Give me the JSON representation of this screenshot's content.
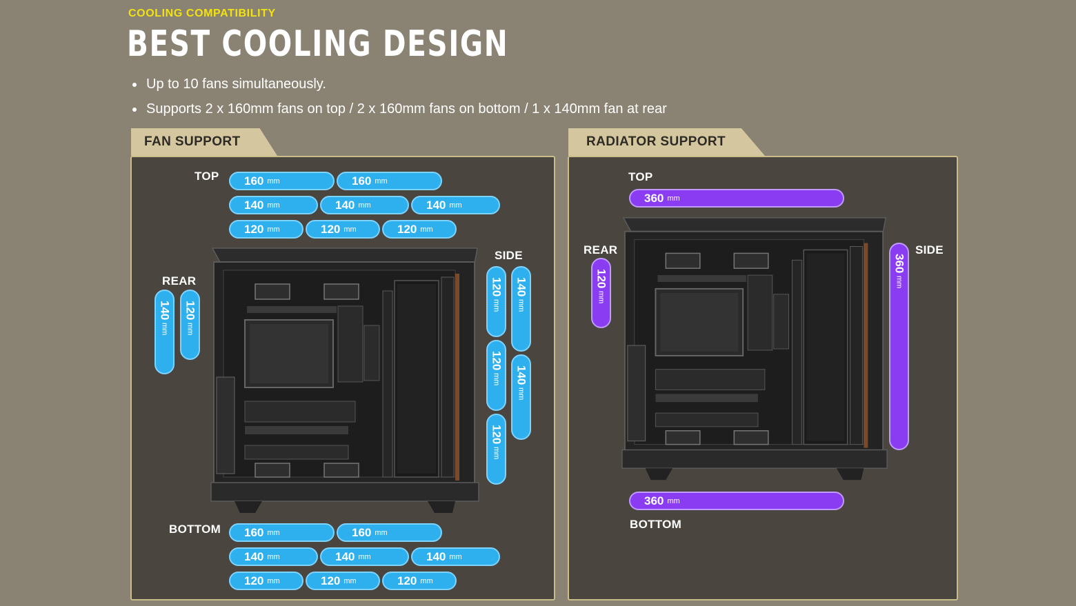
{
  "header": {
    "eyebrow": "COOLING COMPATIBILITY",
    "title": "BEST COOLING DESIGN",
    "bullets": [
      "Up to 10 fans simultaneously.",
      "Supports  2 x 160mm fans on top / 2 x 160mm fans on bottom / 1 x 140mm fan at rear"
    ]
  },
  "fan_support": {
    "tab_label": "FAN SUPPORT",
    "top_label": "TOP",
    "rear_label": "REAR",
    "side_label": "SIDE",
    "bottom_label": "BOTTOM",
    "unit": "mm",
    "top_rows": [
      [
        "160",
        "160"
      ],
      [
        "140",
        "140",
        "140"
      ],
      [
        "120",
        "120",
        "120"
      ]
    ],
    "bottom_rows": [
      [
        "160",
        "160"
      ],
      [
        "140",
        "140",
        "140"
      ],
      [
        "120",
        "120",
        "120"
      ]
    ],
    "rear": [
      "140",
      "120"
    ],
    "side_inner": [
      "120",
      "120",
      "120"
    ],
    "side_outer": [
      "140",
      "140"
    ]
  },
  "radiator_support": {
    "tab_label": "RADIATOR SUPPORT",
    "top_label": "TOP",
    "rear_label": "REAR",
    "side_label": "SIDE",
    "bottom_label": "BOTTOM",
    "unit": "mm",
    "top": "360",
    "rear": "120",
    "side": "360",
    "bottom": "360"
  },
  "colors": {
    "background": "#8a8272",
    "panel": "#4a463f",
    "tab": "#d4c7a0",
    "fan_pill": "#2fb0ee",
    "radiator_pill": "#8a3cf2",
    "accent_yellow": "#f2e20f"
  }
}
